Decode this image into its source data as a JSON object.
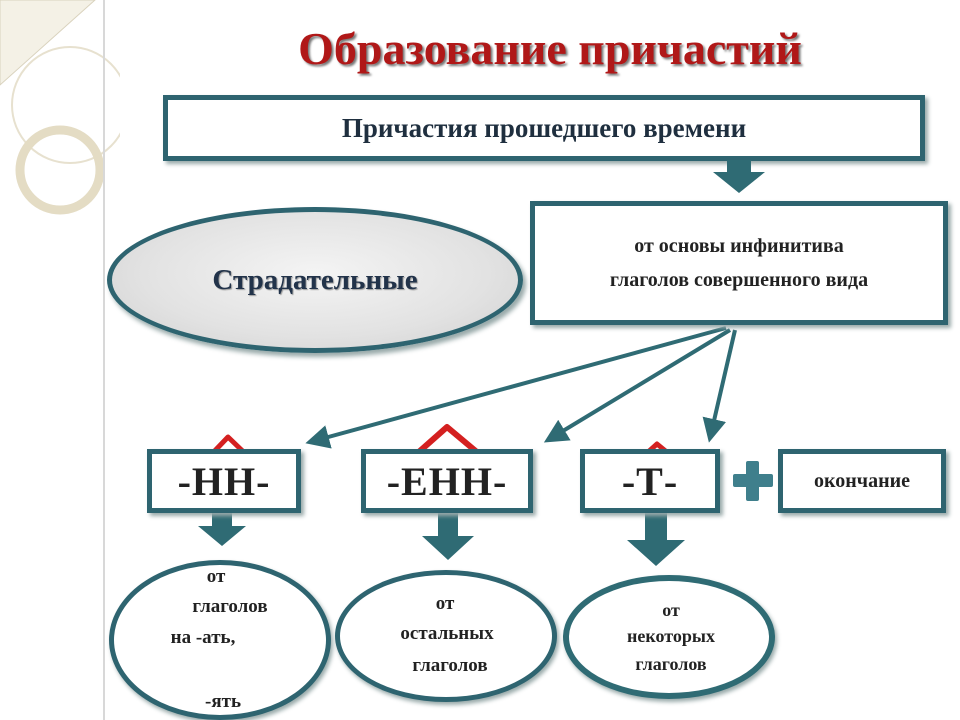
{
  "title": "Образование причастий",
  "header": "Причастия прошедшего времени",
  "passive_label": "Страдательные",
  "source": {
    "line1": "от основы инфинитива",
    "line2": "глаголов совершенного вида"
  },
  "suffixes": {
    "nn": "-НН-",
    "enn": "-ЕНН-",
    "t": "-Т-"
  },
  "plus_sign": "+",
  "ending_label": "окончание",
  "notes": {
    "nn": {
      "line1": "от",
      "line2": "глаголов",
      "line3": "на -ать,",
      "line4": "-ять"
    },
    "enn": {
      "line1": "от",
      "line2": "остальных",
      "line3": "глаголов"
    },
    "t": {
      "line1": "от",
      "line2": "некоторых",
      "line3": "глаголов"
    }
  },
  "colors": {
    "title": "#b01818",
    "border": "#2e6470",
    "arrow": "#2f6b74",
    "accent_caret": "#d42020",
    "plus": "#3f7f8c"
  }
}
